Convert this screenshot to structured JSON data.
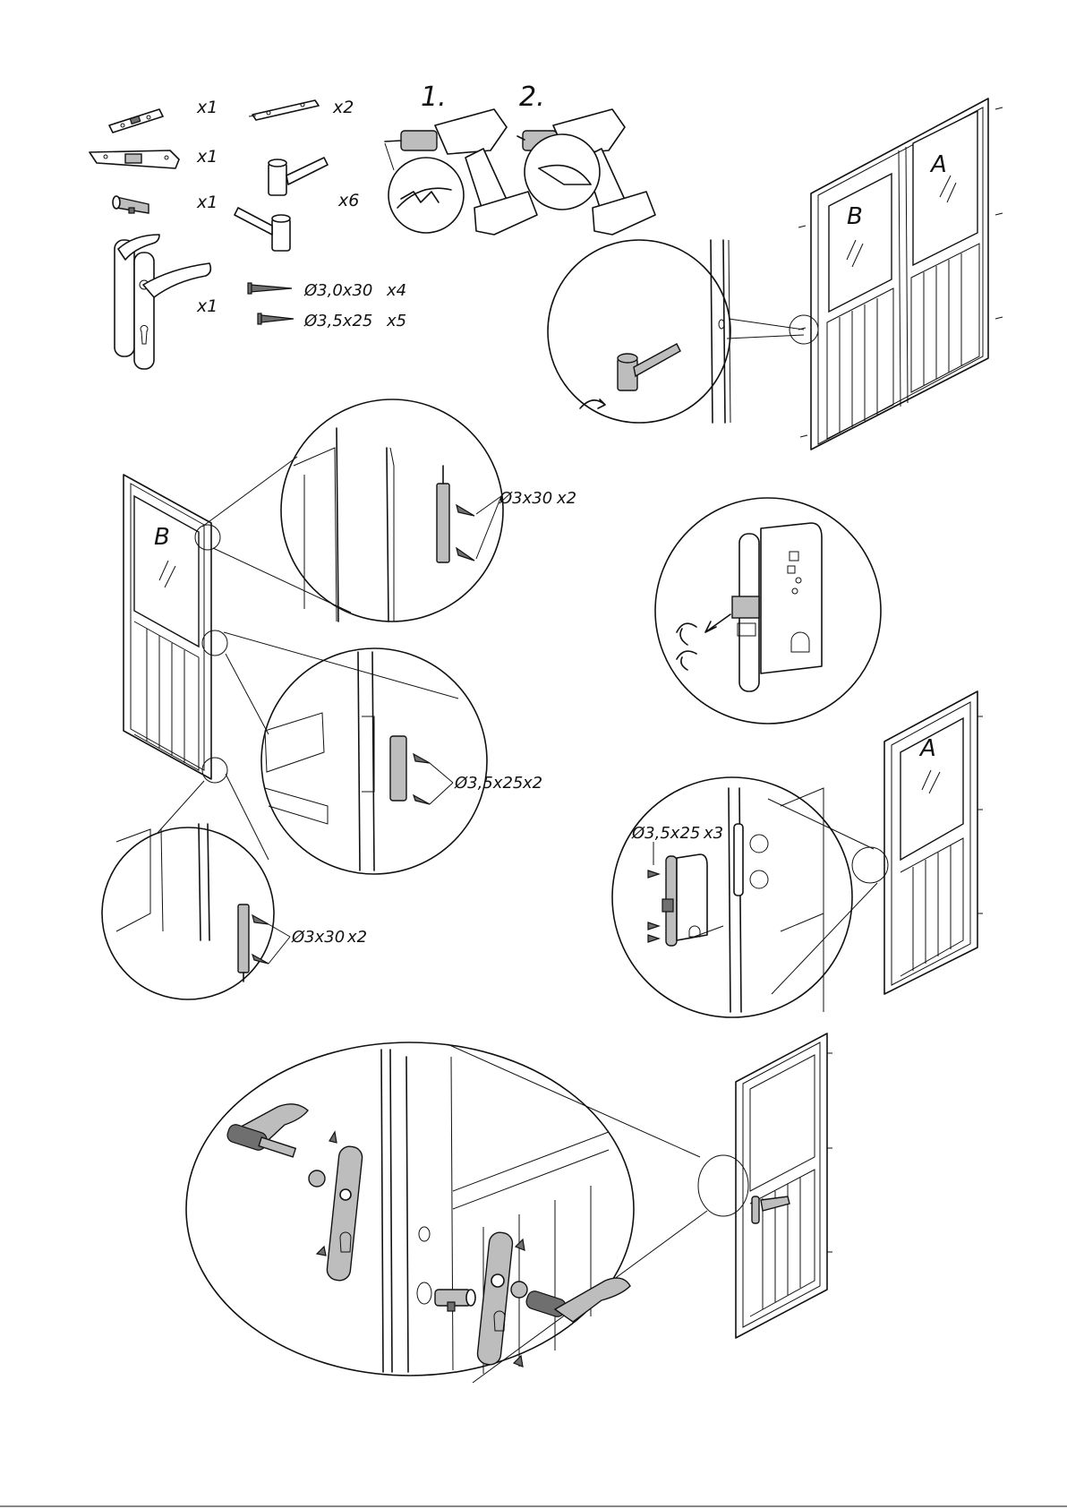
{
  "parts": {
    "lock_faceplate_qty": "x1",
    "bolt_qty": "x2",
    "strike_plate_qty": "x1",
    "cylinder_qty": "x1",
    "hinge_pin_qty": "x6",
    "handle_set_qty": "x1",
    "screw_a_spec": "Ø3,0x30",
    "screw_a_qty": "x4",
    "screw_b_spec": "Ø3,5x25",
    "screw_b_qty": "x5"
  },
  "tools": {
    "step1": "1.",
    "step2": "2."
  },
  "doors": {
    "left_leaf": "B",
    "right_leaf": "A"
  },
  "callouts": {
    "top_bolt": {
      "spec": "Ø3x30",
      "qty": "x2"
    },
    "strike": {
      "spec": "Ø3,5x25",
      "qty": "x2"
    },
    "bottom_bolt": {
      "spec": "Ø3x30",
      "qty": "x2"
    },
    "lock_body": {
      "spec": "Ø3,5x25",
      "qty": "x3"
    }
  }
}
